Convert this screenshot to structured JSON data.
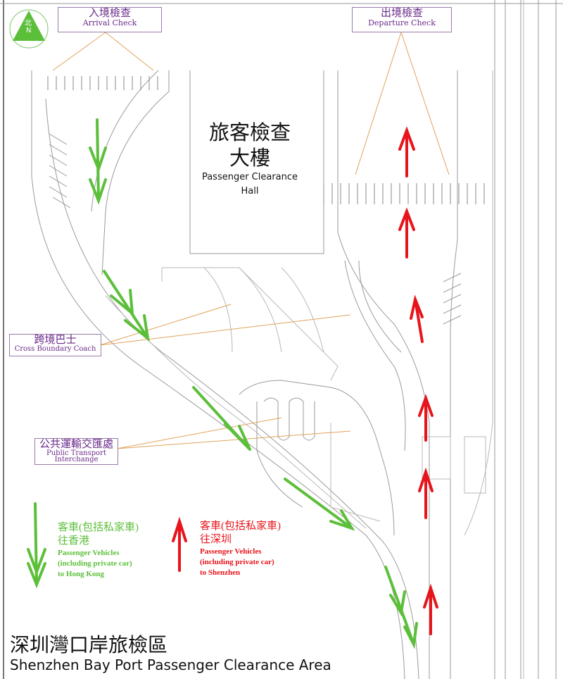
{
  "map": {
    "title_zh": "深圳灣口岸旅檢區",
    "title_en": "Shenzhen Bay Port Passenger Clearance Area",
    "north": {
      "zh": "北",
      "en": "N"
    },
    "hall": {
      "zh_line1": "旅客檢查",
      "zh_line2": "大樓",
      "en_line1": "Passenger Clearance",
      "en_line2": "Hall"
    },
    "labels": {
      "arrival": {
        "zh": "入境檢查",
        "en": "Arrival Check"
      },
      "departure": {
        "zh": "出境檢查",
        "en": "Departure Check"
      },
      "coach": {
        "zh": "跨境巴士",
        "en": "Cross Boundary Coach"
      },
      "transport": {
        "zh": "公共運輸交匯處",
        "en_line1": "Public Transport",
        "en_line2": "Interchange"
      }
    },
    "legend": {
      "to_hk": {
        "zh_line1": "客車(包括私家車)",
        "zh_line2": "往香港",
        "en_line1": "Passenger Vehicles",
        "en_line2": "(including private car)",
        "en_line3": "to Hong Kong",
        "color": "#5cbf3a"
      },
      "to_sz": {
        "zh_line1": "客車(包括私家車)",
        "zh_line2": "往深圳",
        "en_line1": "Passenger Vehicles",
        "en_line2": "(including private car)",
        "en_line3": "to Shenzhen",
        "color": "#e8141b"
      }
    }
  }
}
